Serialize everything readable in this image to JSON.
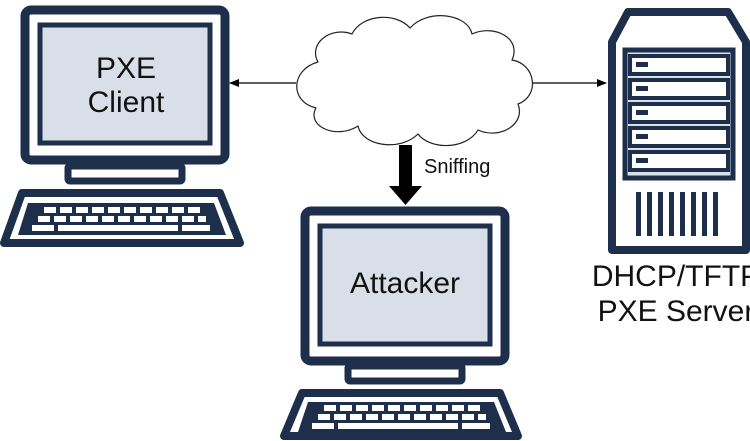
{
  "nodes": {
    "client": {
      "line1": "PXE",
      "line2": "Client"
    },
    "attacker": {
      "label": "Attacker"
    },
    "server": {
      "line1": "DHCP/TFTP",
      "line2": "PXE Server"
    }
  },
  "edges": {
    "sniff": {
      "label": "Sniffing"
    }
  },
  "colors": {
    "outline": "#1d2f4b",
    "monitor_face": "#d9dfe8",
    "cloud_fill": "#ffffff",
    "arrow": "#000000"
  }
}
